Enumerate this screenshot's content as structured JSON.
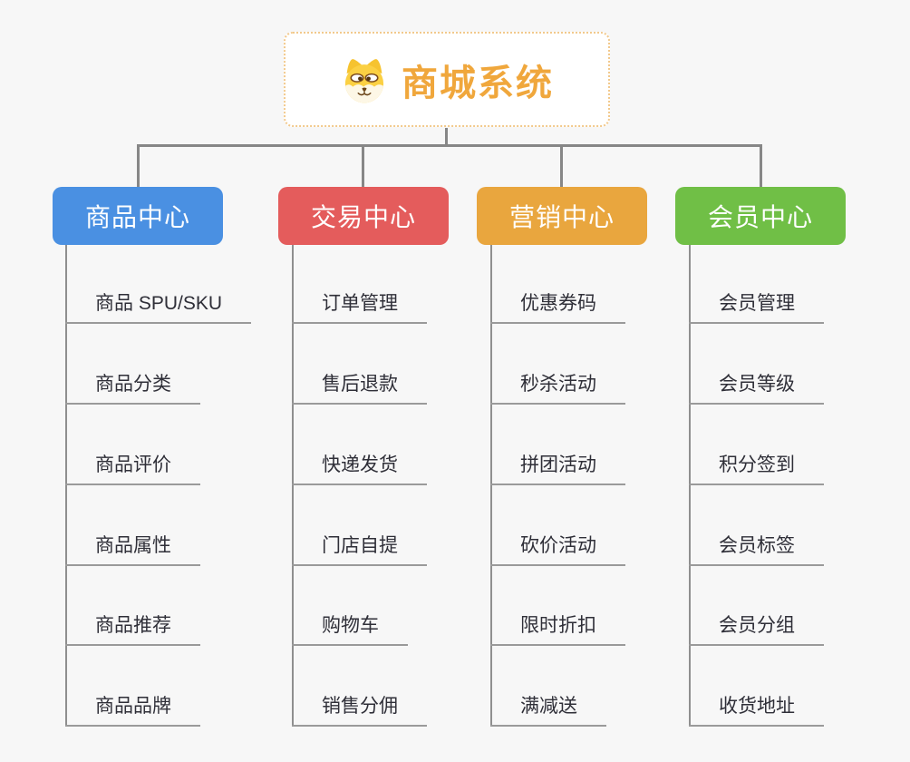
{
  "root": {
    "title": "商城系统",
    "icon": "dog-face-icon"
  },
  "branches": [
    {
      "label": "商品中心",
      "color": "#4a90e2",
      "items": [
        "商品 SPU/SKU",
        "商品分类",
        "商品评价",
        "商品属性",
        "商品推荐",
        "商品品牌"
      ]
    },
    {
      "label": "交易中心",
      "color": "#e45c5c",
      "items": [
        "订单管理",
        "售后退款",
        "快递发货",
        "门店自提",
        "购物车",
        "销售分佣"
      ]
    },
    {
      "label": "营销中心",
      "color": "#e9a63e",
      "items": [
        "优惠券码",
        "秒杀活动",
        "拼团活动",
        "砍价活动",
        "限时折扣",
        "满减送"
      ]
    },
    {
      "label": "会员中心",
      "color": "#70bf46",
      "items": [
        "会员管理",
        "会员等级",
        "积分签到",
        "会员标签",
        "会员分组",
        "收货地址"
      ]
    }
  ],
  "colors": {
    "background": "#f7f7f7",
    "root_accent": "#f0a73c",
    "root_border": "#f2c98c",
    "connector": "#878787",
    "leaf_underline": "#9a9a9a",
    "leaf_text": "#2f2f38"
  }
}
